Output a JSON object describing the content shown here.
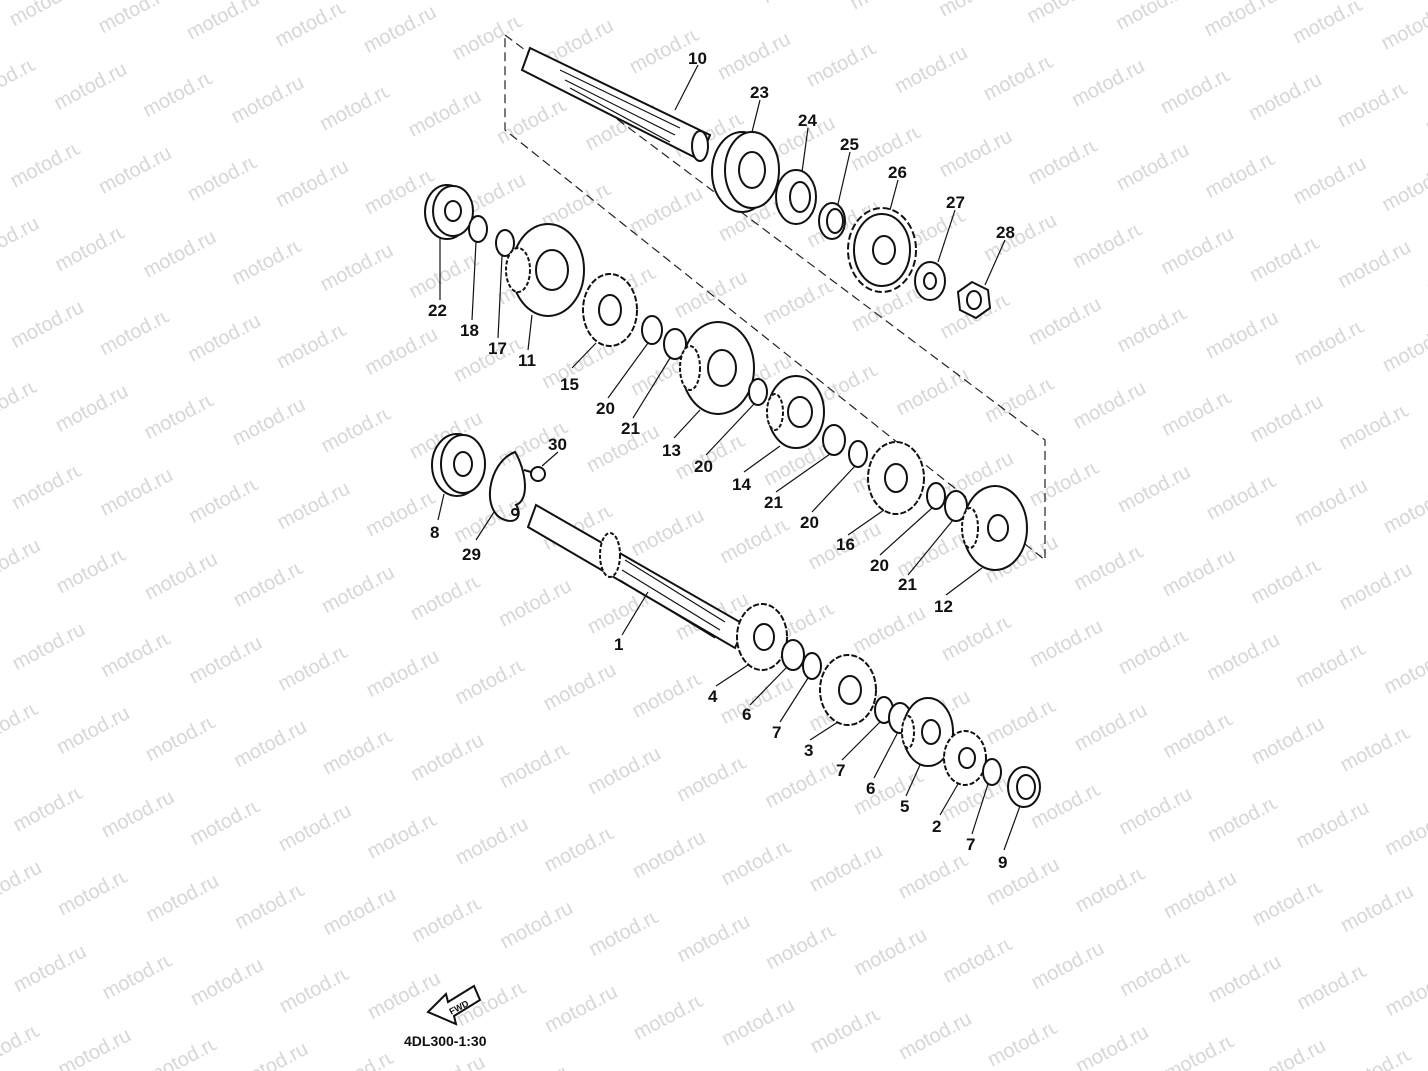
{
  "watermark": "motod.ru",
  "diagram_code": "4DL300-1:30",
  "fwd_label": "FWD",
  "colors": {
    "ink": "#111111",
    "watermark": "#d6d6d6",
    "background": "#ffffff"
  },
  "callouts": [
    "1",
    "2",
    "3",
    "4",
    "5",
    "6",
    "7",
    "8",
    "9",
    "10",
    "11",
    "12",
    "13",
    "14",
    "15",
    "16",
    "17",
    "18",
    "20",
    "21",
    "22",
    "23",
    "24",
    "25",
    "26",
    "27",
    "28",
    "29",
    "30"
  ]
}
